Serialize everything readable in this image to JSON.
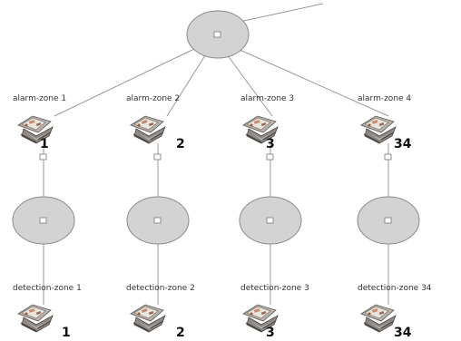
{
  "diagram": {
    "alarm_zones": [
      {
        "label": "alarm-zone 1",
        "number": "1"
      },
      {
        "label": "alarm-zone 2",
        "number": "2"
      },
      {
        "label": "alarm-zone 3",
        "number": "3"
      },
      {
        "label": "alarm-zone 4",
        "number": "34"
      }
    ],
    "detection_zones": [
      {
        "label": "detection-zone 1",
        "number": "1"
      },
      {
        "label": "detection-zone 2",
        "number": "2"
      },
      {
        "label": "detection-zone 3",
        "number": "3"
      },
      {
        "label": "detection-zone 34",
        "number": "34"
      }
    ],
    "icon": "alarm-panel-device-icon",
    "colors": {
      "node_fill": "#d3d3d3",
      "edge": "#9a9a9a"
    }
  }
}
